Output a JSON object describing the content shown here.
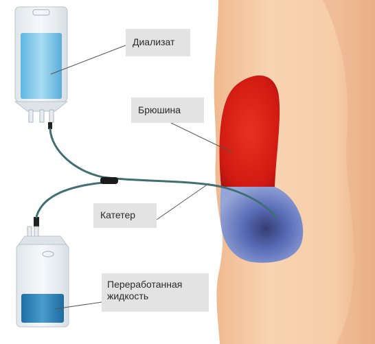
{
  "labels": {
    "dialysate": "Диализат",
    "peritoneum": "Брюшина",
    "catheter": "Катетер",
    "waste_line1": "Переработанная",
    "waste_line2": "жидкость"
  },
  "colors": {
    "skin": "#f5cfa6",
    "peritoneum_red": "#dc1f15",
    "fluid_blue": "#4a62b8",
    "dialysate_blue": "#7ec8ea",
    "waste_blue": "#2f7fb5",
    "tube": "#3f6f73",
    "label_bg": "#e3e3e3"
  }
}
